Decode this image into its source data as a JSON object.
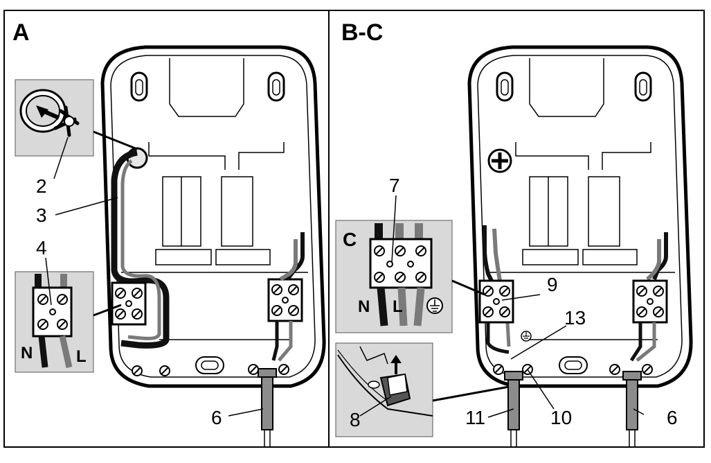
{
  "panels": {
    "left_label": "A",
    "right_label": "B-C"
  },
  "callouts": {
    "c2": "2",
    "c3": "3",
    "c4": "4",
    "c6_left": "6",
    "c7": "7",
    "c8": "8",
    "c9": "9",
    "c10": "10",
    "c11": "11",
    "c13": "13",
    "c6_right": "6"
  },
  "insets": {
    "terminal_left": {
      "n": "N",
      "l": "L"
    },
    "terminal_c": {
      "label": "C",
      "n": "N",
      "l": "L"
    }
  },
  "colors": {
    "frame": "#000000",
    "inset_background": "#d9d9d9",
    "wire_black": "#111111",
    "wire_grey": "#7a7a7a",
    "cable_grey": "#8c8c8c"
  }
}
